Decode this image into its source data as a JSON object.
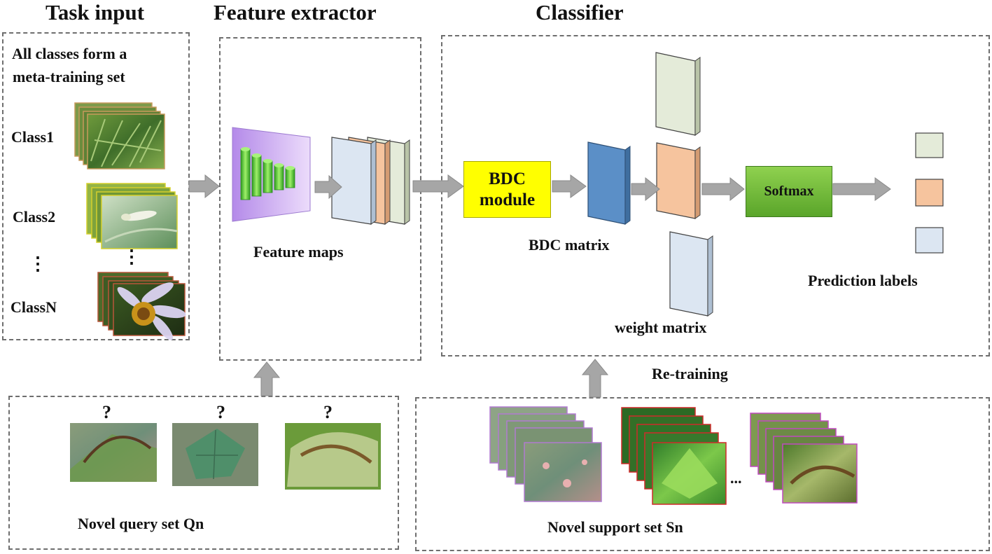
{
  "headings": {
    "task_input": "Task input",
    "feature_extractor": "Feature extractor",
    "classifier": "Classifier"
  },
  "task_input": {
    "caption_line1": "All classes form a",
    "caption_line2": "meta-training set",
    "class1": "Class1",
    "class2": "Class2",
    "ellipsis": "⋮",
    "classN": "ClassN"
  },
  "feature_extractor": {
    "feature_maps_label": "Feature maps"
  },
  "classifier": {
    "bdc_module_line1": "BDC",
    "bdc_module_line2": "module",
    "bdc_matrix_label": "BDC matrix",
    "weight_matrix_label": "weight matrix",
    "softmax_label": "Softmax",
    "prediction_labels": "Prediction labels"
  },
  "retraining_label": "Re-training",
  "query_set": {
    "label": "Novel query set Qn",
    "question_mark": "?"
  },
  "support_set": {
    "label": "Novel support set Sn",
    "ellipsis": "..."
  },
  "colors": {
    "bdc_module": "#ffff00",
    "softmax": "#7dc243",
    "bdc_matrix": "#5b8fc7",
    "map_blue": "#dce6f2",
    "map_orange": "#f6c49e",
    "map_green": "#e4ebd9",
    "arrow": "#a6a6a6",
    "encoder": "#c9a6ee"
  }
}
